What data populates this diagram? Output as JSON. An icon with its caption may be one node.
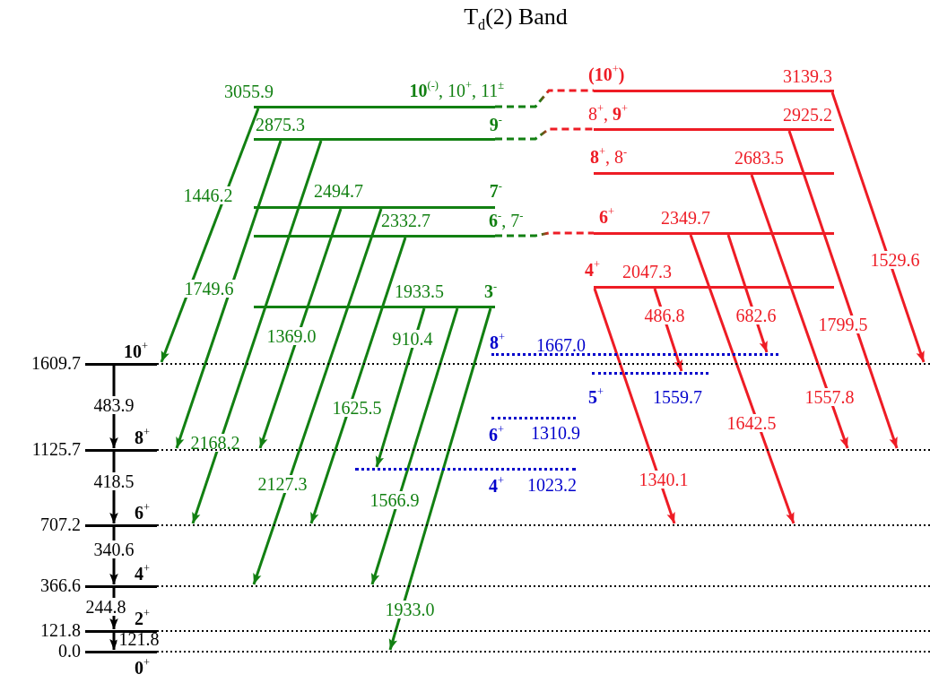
{
  "diagram": {
    "title": "T$_{d}$(2) Band",
    "nodes": [
      {
        "text": [
          "0.0",
          "0$^{+}$"
        ]
      },
      {
        "text": [
          "121.8",
          "2$^{+}$"
        ]
      },
      {
        "text": [
          "366.6",
          "4$^{+}$"
        ]
      },
      {
        "text": [
          "707.2",
          "6$^{+}$"
        ]
      },
      {
        "text": [
          "1125.7",
          "8$^{+}$"
        ]
      },
      {
        "text": [
          "1609.7",
          "10$^{+}$"
        ]
      },
      {
        "text": [
          "3055.9",
          "**10**$^{(-)}$, 10$^{+}$, 11$^{±}$"
        ]
      },
      {
        "text": [
          "2875.3",
          "9$^{-}$"
        ]
      },
      {
        "text": [
          "2494.7",
          "7$^{-}$"
        ]
      },
      {
        "text": [
          "2332.7",
          "**6**$^{-}$, 7$^{-}$"
        ]
      },
      {
        "text": [
          "1933.5",
          "3$^{-}$"
        ]
      },
      {
        "text": [
          "(10$^{+}$)",
          "3139.3"
        ]
      },
      {
        "text": [
          "8$^{+}$, **9**$^{+}$",
          "2925.2"
        ]
      },
      {
        "text": [
          "**8**$^{+}$, 8$^{-}$",
          "2683.5"
        ]
      },
      {
        "text": [
          "6$^{+}$",
          "2349.7"
        ]
      },
      {
        "text": [
          "4$^{+}$",
          "2047.3"
        ]
      },
      {
        "text": [
          "8$^{+}$",
          "1667.0"
        ]
      },
      {
        "text": [
          "5$^{+}$",
          "1559.7"
        ]
      },
      {
        "text": [
          "6$^{+}$",
          "1310.9"
        ]
      },
      {
        "text": [
          "4$^{+}$",
          "1023.2"
        ]
      }
    ],
    "edges": [
      {
        "from": 5,
        "to": 4,
        "arrow": "to",
        "label": "483.9",
        "color": "#000000"
      },
      {
        "from": 4,
        "to": 3,
        "arrow": "to",
        "label": "418.5",
        "color": "#000000"
      },
      {
        "from": 3,
        "to": 2,
        "arrow": "to",
        "label": "340.6",
        "color": "#000000"
      },
      {
        "from": 2,
        "to": 1,
        "arrow": "to",
        "label": "244.8",
        "color": "#000000"
      },
      {
        "from": 1,
        "to": 0,
        "arrow": "to",
        "label": "121.8",
        "color": "#000000"
      },
      {
        "from": 6,
        "to": 5,
        "arrow": "to",
        "label": "1446.2",
        "color": "#128012"
      },
      {
        "from": 7,
        "to": 4,
        "arrow": "to",
        "label": "1749.6",
        "color": "#128012"
      },
      {
        "from": 7,
        "to": 3,
        "arrow": "to",
        "label": "2168.2",
        "color": "#128012"
      },
      {
        "from": 8,
        "to": 4,
        "arrow": "to",
        "label": "1369.0",
        "color": "#128012"
      },
      {
        "from": 8,
        "to": 2,
        "arrow": "to",
        "label": "2127.3",
        "color": "#128012"
      },
      {
        "from": 9,
        "to": 3,
        "arrow": "to",
        "label": "1625.5",
        "color": "#128012"
      },
      {
        "from": 10,
        "to": 19,
        "arrow": "to",
        "label": "910.4",
        "color": "#128012"
      },
      {
        "from": 10,
        "to": 2,
        "arrow": "to",
        "label": "1566.9",
        "color": "#128012"
      },
      {
        "from": 10,
        "to": 0,
        "arrow": "to",
        "label": "1933.0",
        "color": "#128012"
      },
      {
        "from": 11,
        "to": 5,
        "arrow": "to",
        "label": "1529.6",
        "color": "#ee1c25"
      },
      {
        "from": 12,
        "to": 4,
        "arrow": "to",
        "label": "1799.5",
        "color": "#ee1c25"
      },
      {
        "from": 13,
        "to": 4,
        "arrow": "to",
        "label": "1557.8",
        "color": "#ee1c25"
      },
      {
        "from": 14,
        "to": 16,
        "arrow": "to",
        "label": "682.6",
        "color": "#ee1c25"
      },
      {
        "from": 14,
        "to": 3,
        "arrow": "to",
        "label": "1642.5",
        "color": "#ee1c25"
      },
      {
        "from": 15,
        "to": 17,
        "arrow": "to",
        "label": "486.8",
        "color": "#ee1c25"
      },
      {
        "from": 15,
        "to": 3,
        "arrow": "to",
        "label": "1340.1",
        "color": "#ee1c25"
      },
      {
        "from": 6,
        "to": 11,
        "arrow": "none",
        "style": "dashed"
      },
      {
        "from": 7,
        "to": 12,
        "arrow": "none",
        "style": "dashed"
      },
      {
        "from": 9,
        "to": 14,
        "arrow": "none",
        "style": "dashed"
      }
    ]
  }
}
